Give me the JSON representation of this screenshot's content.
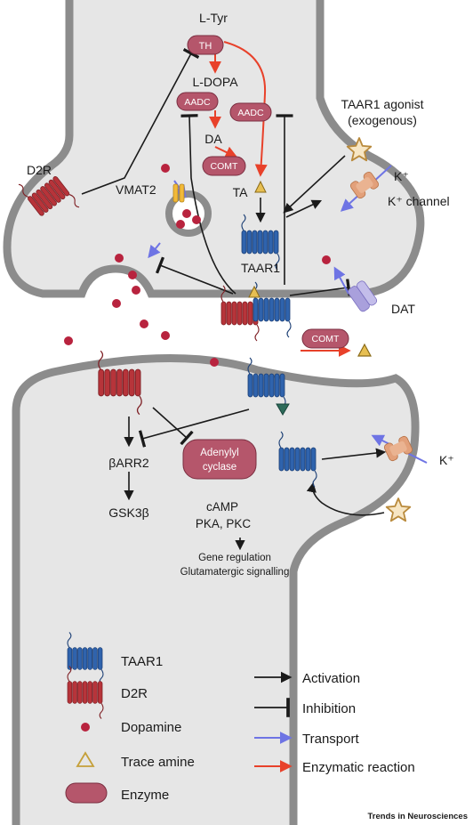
{
  "labels": {
    "l_tyr": "L-Tyr",
    "l_dopa": "L-DOPA",
    "da": "DA",
    "ta": "TA",
    "taar1_agonist_line1": "TAAR1 agonist",
    "taar1_agonist_line2": "(exogenous)",
    "d2r": "D2R",
    "vmat2": "VMAT2",
    "taar1": "TAAR1",
    "k_plus_top": "K⁺",
    "k_channel": "K⁺ channel",
    "dat": "DAT",
    "beta_arr2": "βARR2",
    "gsk3b": "GSK3β",
    "camp": "cAMP",
    "pka_pkc": "PKA, PKC",
    "gene_regulation": "Gene regulation",
    "glutamatergic": "Glutamatergic signalling",
    "k_plus_post": "K⁺"
  },
  "enzymes": {
    "th": "TH",
    "aadc_left": "AADC",
    "aadc_right": "AADC",
    "comt_top": "COMT",
    "comt_cleft": "COMT",
    "adenylyl_line1": "Adenylyl",
    "adenylyl_line2": "cyclase"
  },
  "legend": {
    "taar1": "TAAR1",
    "d2r": "D2R",
    "dopamine": "Dopamine",
    "trace_amine": "Trace amine",
    "enzyme": "Enzyme",
    "activation": "Activation",
    "inhibition": "Inhibition",
    "transport": "Transport",
    "enzymatic_reaction": "Enzymatic reaction"
  },
  "credit": "Trends in Neurosciences",
  "colors": {
    "taar1_blue": "#2f63ad",
    "d2r_red": "#b7343a",
    "dopamine": "#b8233e",
    "trace_amine": "#e7bf52",
    "enzyme": "#b5566b",
    "activation": "#1a1a1a",
    "transport": "#6e74e4",
    "enzymatic": "#e8412a",
    "membrane": "#8a8a8a",
    "cytoplasm": "#e8e8e8",
    "k_channel": "#e2a07a",
    "dat": "#a9a0dc",
    "vmat2": "#f2b938"
  },
  "icons": [
    "star-icon",
    "k-channel-icon",
    "dat-transporter-icon",
    "vmat2-icon"
  ]
}
